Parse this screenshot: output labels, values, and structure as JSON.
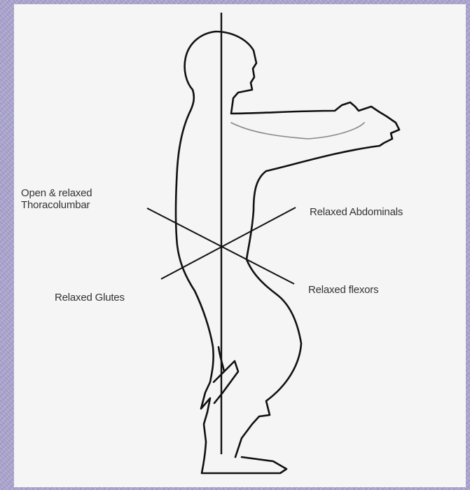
{
  "labels": {
    "thoraco_line1": "Open & relaxed",
    "thoraco_line2": "Thoracolumbar",
    "abdominals": "Relaxed Abdominals",
    "glutes": "Relaxed Glutes",
    "flexors": "Relaxed flexors"
  },
  "colors": {
    "background": "#aaa4d0",
    "panel": "#f5f5f5",
    "line": "#111111"
  }
}
